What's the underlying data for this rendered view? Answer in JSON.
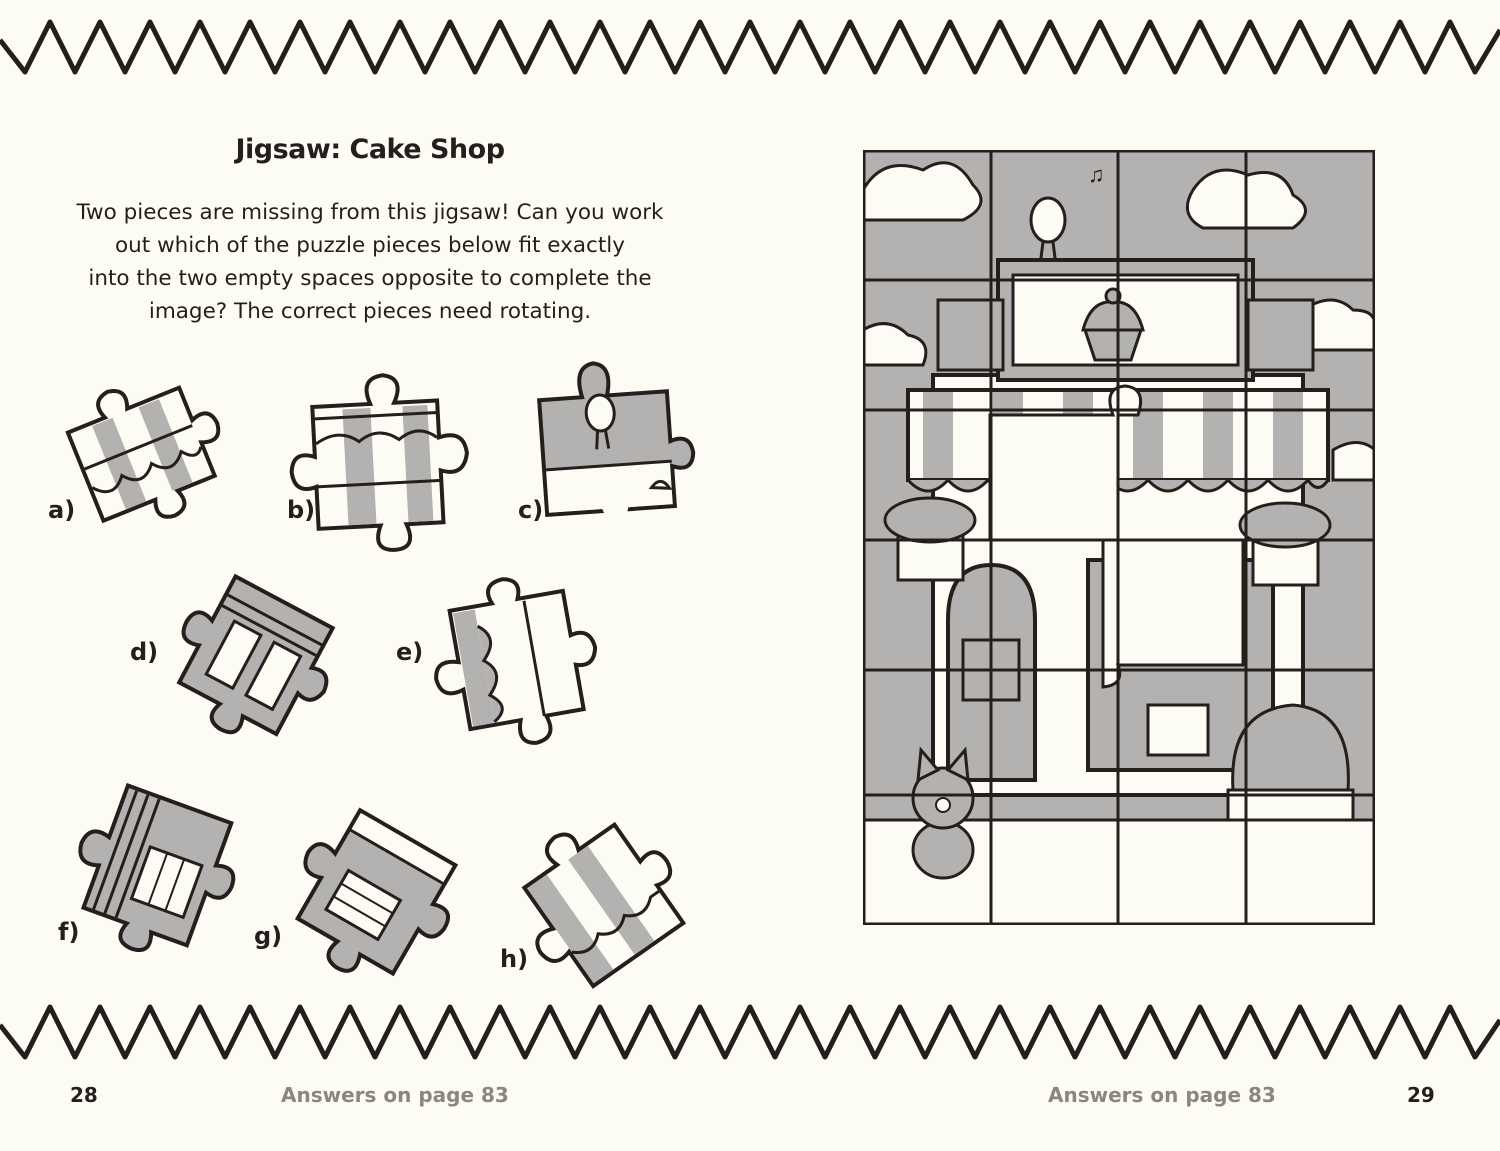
{
  "title": "Jigsaw: Cake Shop",
  "intro": "Two pieces are missing from this jigsaw! Can you work\nout which of the puzzle pieces below fit exactly\ninto the two empty spaces opposite to complete the\nimage? The correct pieces need rotating.",
  "pieces": [
    {
      "label": "a)"
    },
    {
      "label": "b)"
    },
    {
      "label": "c)"
    },
    {
      "label": "d)"
    },
    {
      "label": "e)"
    },
    {
      "label": "f)"
    },
    {
      "label": "g)"
    },
    {
      "label": "h)"
    }
  ],
  "footer": {
    "left_page": "28",
    "left_answers": "Answers on page 83",
    "right_answers": "Answers on page 83",
    "right_page": "29"
  },
  "colors": {
    "ink": "#231f1c",
    "grey": "#b3b2b0",
    "paper": "#fdfcf4"
  },
  "icons": [
    "bird-icon",
    "cupcake-icon",
    "cat-icon",
    "flower-pot-icon",
    "cake-icon",
    "music-note-icon"
  ]
}
